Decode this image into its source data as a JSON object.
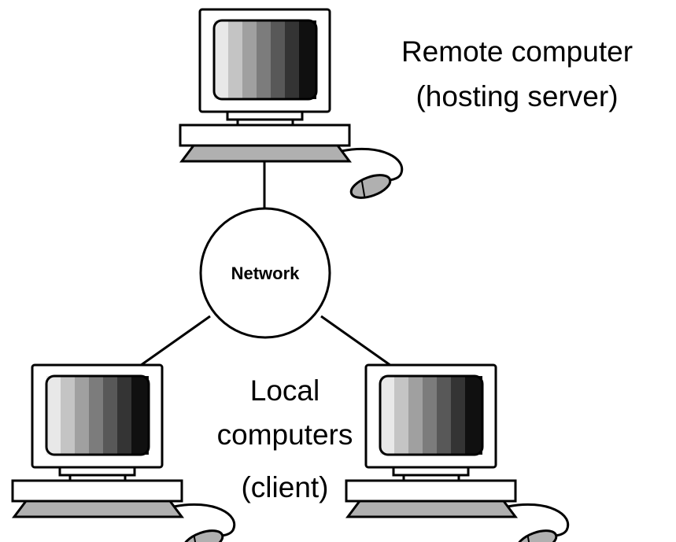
{
  "labels": {
    "remote_line1": "Remote computer",
    "remote_line2": "(hosting server)",
    "local_line1": "Local",
    "local_line2": "computers",
    "local_line3": "(client)",
    "network": "Network"
  },
  "colors": {
    "line": "#000000",
    "background": "#ffffff",
    "screen_bands": [
      "#e8e8e8",
      "#c4c4c4",
      "#a0a0a0",
      "#7c7c7c",
      "#585858",
      "#343434",
      "#101010"
    ],
    "device_fill": "#ffffff",
    "shadow": "#b0b0b0"
  }
}
